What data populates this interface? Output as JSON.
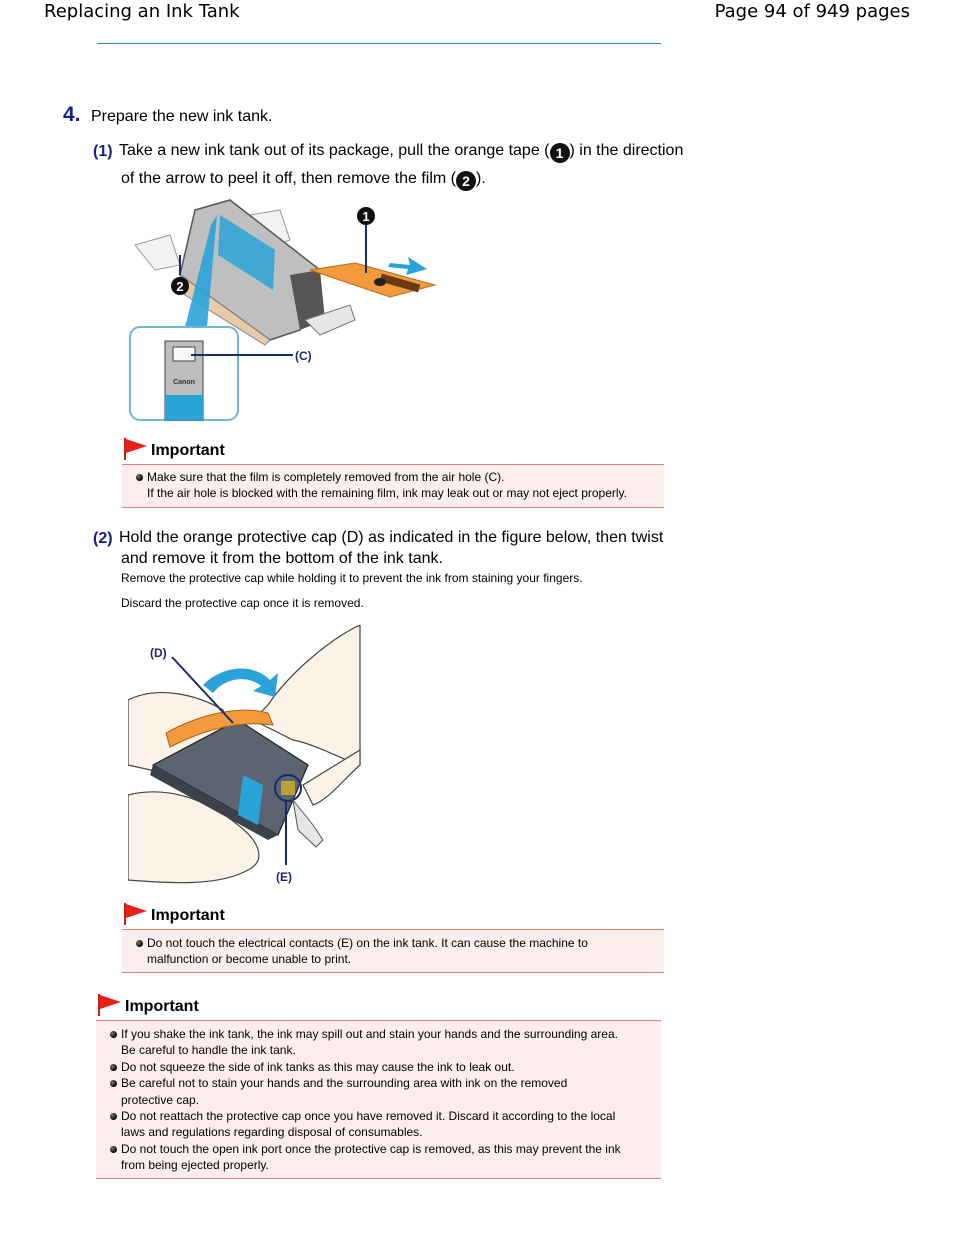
{
  "header": {
    "title": "Replacing an Ink Tank",
    "page_info": "Page 94 of 949 pages"
  },
  "step": {
    "number": "4.",
    "text": "Prepare the new ink tank."
  },
  "sub1": {
    "number": "(1)",
    "text_a": "Take a new ink tank out of its package, pull the orange tape (",
    "marker_1": "1",
    "text_b": ") in the direction",
    "text_c": "of the arrow to peel it off, then remove the film (",
    "marker_2": "2",
    "text_d": ").",
    "figure": {
      "label_1": "1",
      "label_2": "2",
      "label_c": "(C)",
      "cartridge_brand": "Canon"
    }
  },
  "important1": {
    "label": "Important",
    "items": [
      {
        "line1": "Make sure that the film is completely removed from the air hole (C).",
        "line2": "If the air hole is blocked with the remaining film, ink may leak out or may not eject properly."
      }
    ]
  },
  "sub2": {
    "number": "(2)",
    "line1": "Hold the orange protective cap (D) as indicated in the figure below, then twist",
    "line2": "and remove it from the bottom of the ink tank.",
    "note1": "Remove the protective cap while holding it to prevent the ink from staining your fingers.",
    "note2": "Discard the protective cap once it is removed.",
    "figure": {
      "label_d": "(D)",
      "label_e": "(E)"
    }
  },
  "important2": {
    "label": "Important",
    "items": [
      {
        "line1": "Do not touch the electrical contacts (E) on the ink tank. It can cause the machine to",
        "line2": "malfunction or become unable to print."
      }
    ]
  },
  "important3": {
    "label": "Important",
    "items": [
      {
        "line1": "If you shake the ink tank, the ink may spill out and stain your hands and the surrounding area.",
        "line2": "Be careful to handle the ink tank."
      },
      {
        "line1": "Do not squeeze the side of ink tanks as this may cause the ink to leak out."
      },
      {
        "line1": "Be careful not to stain your hands and the surrounding area with ink on the removed",
        "line2": "protective cap."
      },
      {
        "line1": "Do not reattach the protective cap once you have removed it. Discard it according to the local",
        "line2": "laws and regulations regarding disposal of consumables."
      },
      {
        "line1": "Do not touch the open ink port once the protective cap is removed, as this may prevent the ink",
        "line2": "from being ejected properly."
      }
    ]
  },
  "colors": {
    "accent_blue": "#141f8c",
    "flag_red": "#e8201a",
    "important_bg": "#fdeeee",
    "important_rule": "#e07f7f",
    "header_rule": "#2f8f8a",
    "tape_orange": "#f39a3c",
    "ink_cyan": "#2aa3d9"
  }
}
